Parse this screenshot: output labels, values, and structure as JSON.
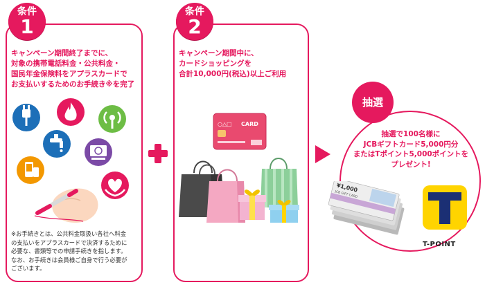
{
  "condition1": {
    "badge_label": "条件",
    "badge_number": "1",
    "lines": [
      "キャンペーン期間終了までに、",
      "対象の携帯電話料金・公共料金・",
      "国民年金保険料をアプラスカードで",
      "お支払いするためのお手続き※を完了"
    ],
    "note_lines": [
      "※お手続きとは、公共料金取扱い各社へ料金",
      "の支払いをアプラスカードで決済するために",
      "必要な、書類等での申請手続きを指します。",
      "なお、お手続きは会員様ご自身で行う必要が",
      "ございます。"
    ]
  },
  "condition2": {
    "badge_label": "条件",
    "badge_number": "2",
    "lines": [
      "キャンペーン期間中に、",
      "カードショッピングを",
      "合計10,000円(税込)以上ご利用"
    ],
    "card_label": "CARD"
  },
  "lottery": {
    "badge_label": "抽選",
    "prize_lines": [
      "抽選で100名様に",
      "JCBギフトカード5,000円分",
      "またはTポイント5,000ポイントを",
      "プレゼント!"
    ],
    "gift_card_amount": "¥1,000",
    "gift_card_brand": "JCB GIFT CARD",
    "tpoint_label": "T-POINT"
  },
  "colors": {
    "accent": "#e5195e",
    "orange": "#f39800",
    "blue": "#1d6fb8",
    "tpoint_yellow": "#ffd400",
    "tpoint_navy": "#1b2f74"
  }
}
